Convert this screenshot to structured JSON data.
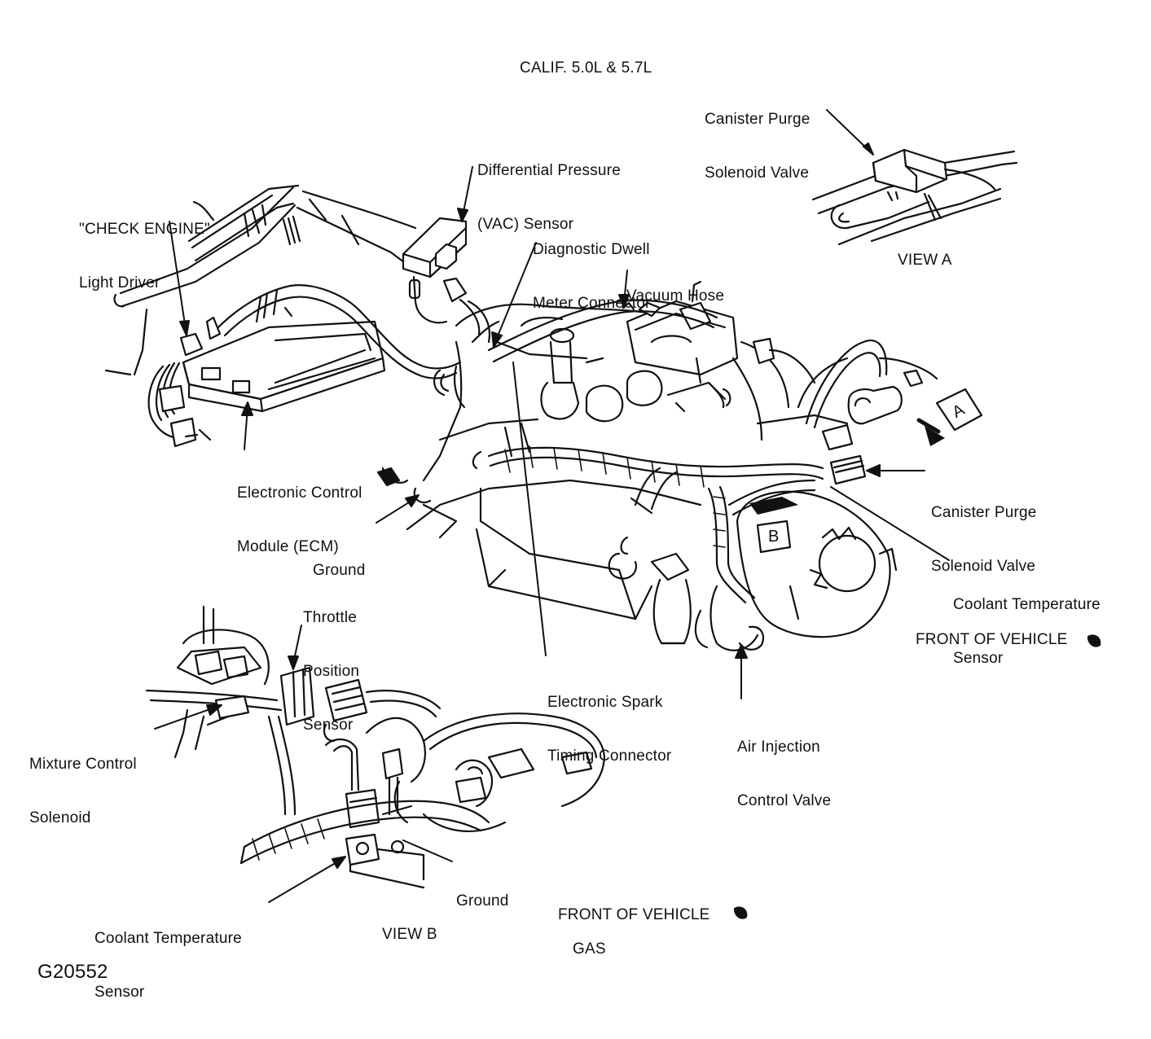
{
  "diagram": {
    "title": "CALIF. 5.0L & 5.7L",
    "figure_code": "G20552",
    "fuel": "GAS",
    "views": {
      "view_a": "VIEW A",
      "view_b": "VIEW B",
      "marker_a": "A",
      "marker_b": "B"
    },
    "front_of_vehicle": {
      "main": "FRONT OF VEHICLE",
      "view_b": "FRONT OF VEHICLE"
    },
    "labels": {
      "canister_purge_view_a": [
        "Canister Purge",
        "Solenoid Valve"
      ],
      "differential_pressure": [
        "Differential Pressure",
        "(VAC) Sensor"
      ],
      "check_engine_driver": [
        "\"CHECK ENGINE\"",
        "Light Driver"
      ],
      "diagnostic_dwell": [
        "Diagnostic Dwell",
        "Meter Connector"
      ],
      "vacuum_hose": [
        "Vacuum Hose"
      ],
      "ecm": [
        "Electronic Control",
        "Module (ECM)"
      ],
      "canister_purge_main": [
        "Canister Purge",
        "Solenoid Valve"
      ],
      "ground_main": [
        "Ground"
      ],
      "coolant_temp_main": [
        "Coolant Temperature",
        "Sensor"
      ],
      "throttle_position": [
        "Throttle",
        "Position",
        "Sensor"
      ],
      "electronic_spark": [
        "Electronic Spark",
        "Timing Connector"
      ],
      "air_injection": [
        "Air Injection",
        "Control Valve"
      ],
      "mixture_control": [
        "Mixture Control",
        "Solenoid"
      ],
      "ground_view_b": [
        "Ground"
      ],
      "coolant_temp_view_b": [
        "Coolant Temperature",
        "Sensor"
      ]
    }
  },
  "colors": {
    "ink": "#111111",
    "paper": "#ffffff"
  }
}
